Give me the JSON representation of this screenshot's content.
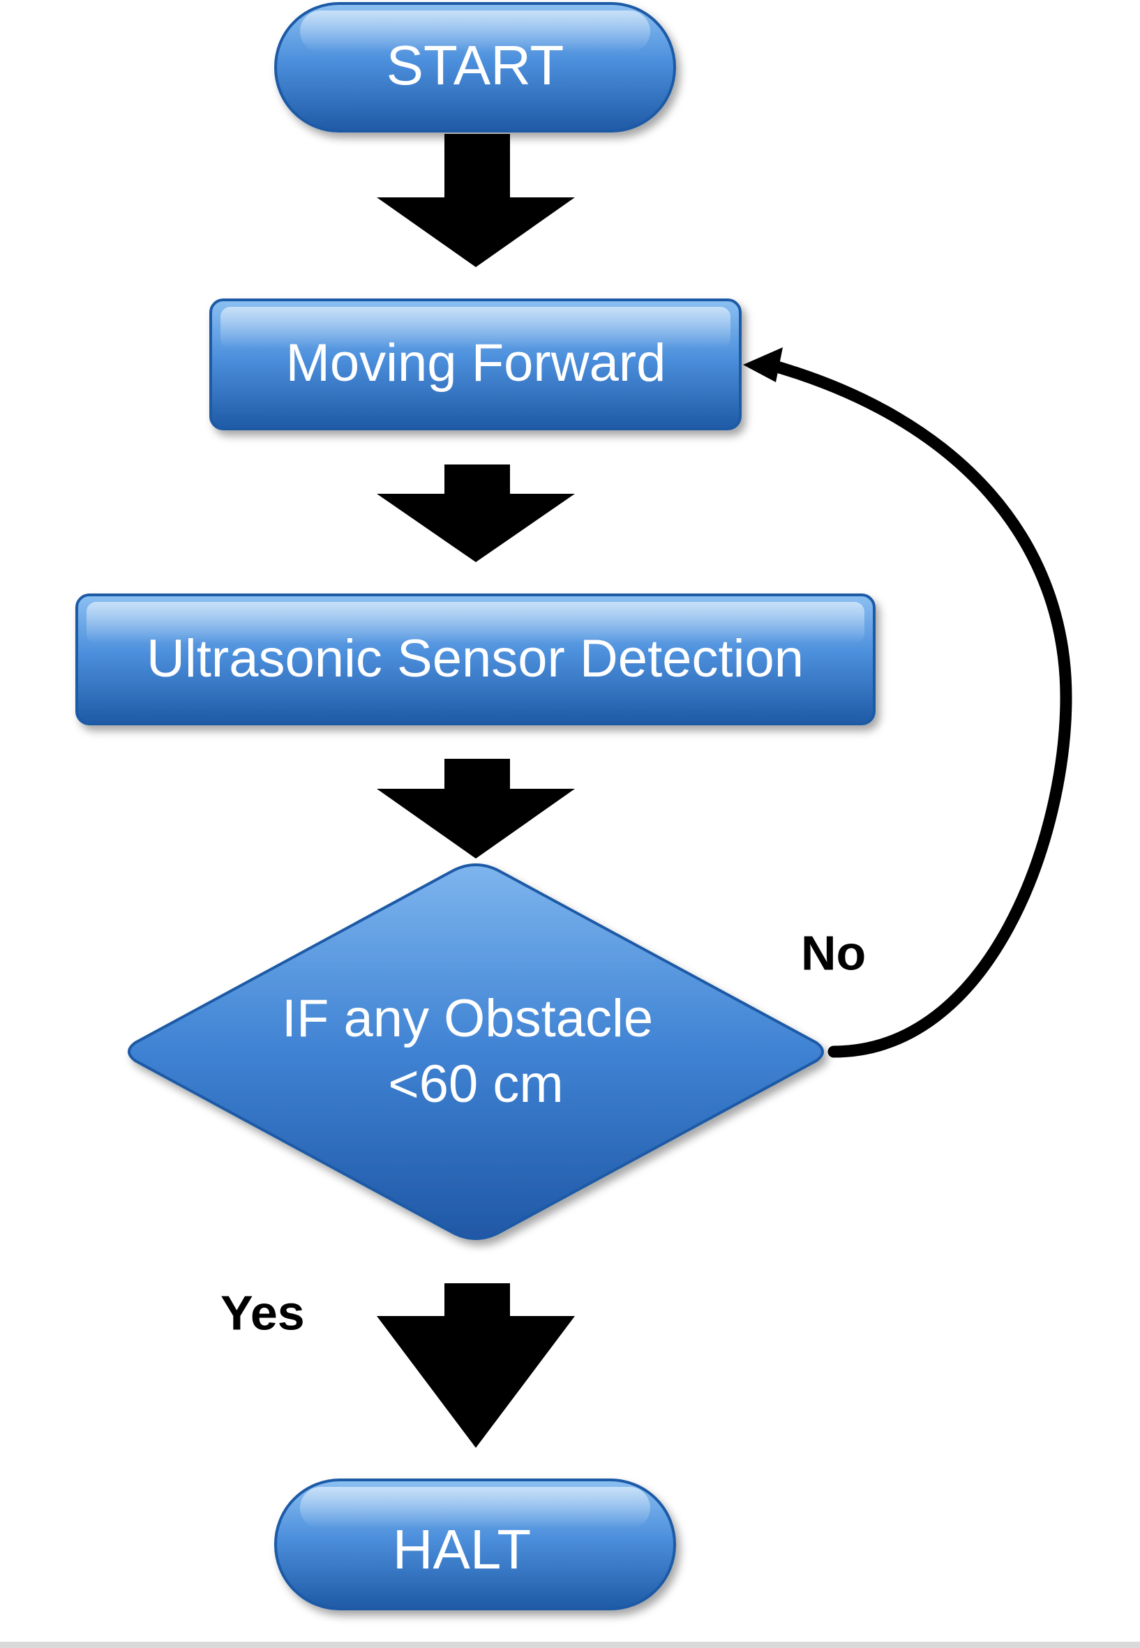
{
  "nodes": {
    "start": {
      "label": "START"
    },
    "moving_forward": {
      "label": "Moving Forward"
    },
    "sensor": {
      "label": "Ultrasonic Sensor Detection"
    },
    "decision": {
      "line1": "IF any Obstacle",
      "line2": "<60 cm"
    },
    "halt": {
      "label": "HALT"
    }
  },
  "edges": {
    "no_label": "No",
    "yes_label": "Yes"
  },
  "colors": {
    "node_light": "#7fb6ee",
    "node_mid": "#4a8ad8",
    "node_dark": "#1f5aa6",
    "arrow": "#000000"
  }
}
